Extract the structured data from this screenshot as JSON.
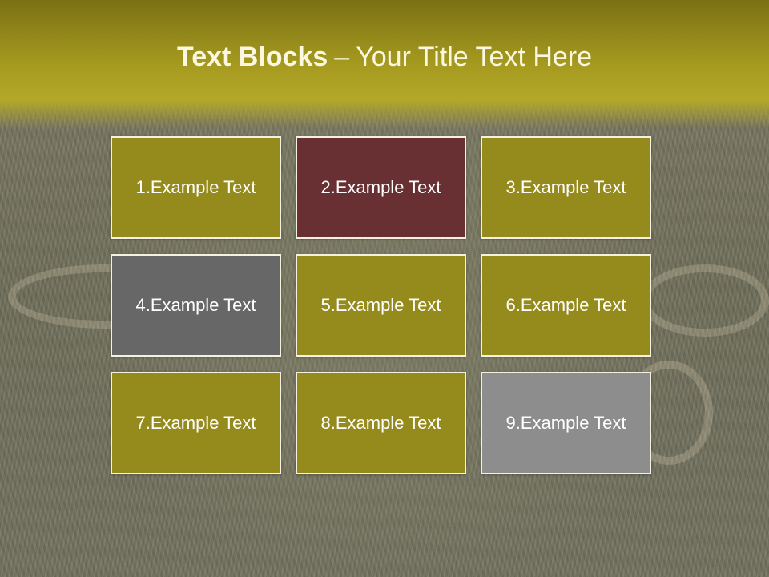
{
  "title": {
    "bold": "Text Blocks",
    "dash": "–",
    "rest": "Your Title Text Here"
  },
  "colors": {
    "olive": "#958a1c",
    "maroon": "#683033",
    "dark_gray": "#676767",
    "light_gray": "#8d8d8d"
  },
  "blocks": [
    {
      "label": "1.Example Text",
      "color": "#958a1c"
    },
    {
      "label": "2.Example Text",
      "color": "#683033"
    },
    {
      "label": "3.Example Text",
      "color": "#958a1c"
    },
    {
      "label": "4.Example Text",
      "color": "#676767"
    },
    {
      "label": "5.Example Text",
      "color": "#958a1c"
    },
    {
      "label": "6.Example Text",
      "color": "#958a1c"
    },
    {
      "label": "7.Example Text",
      "color": "#958a1c"
    },
    {
      "label": "8.Example Text",
      "color": "#958a1c"
    },
    {
      "label": "9.Example Text",
      "color": "#8d8d8d"
    }
  ]
}
